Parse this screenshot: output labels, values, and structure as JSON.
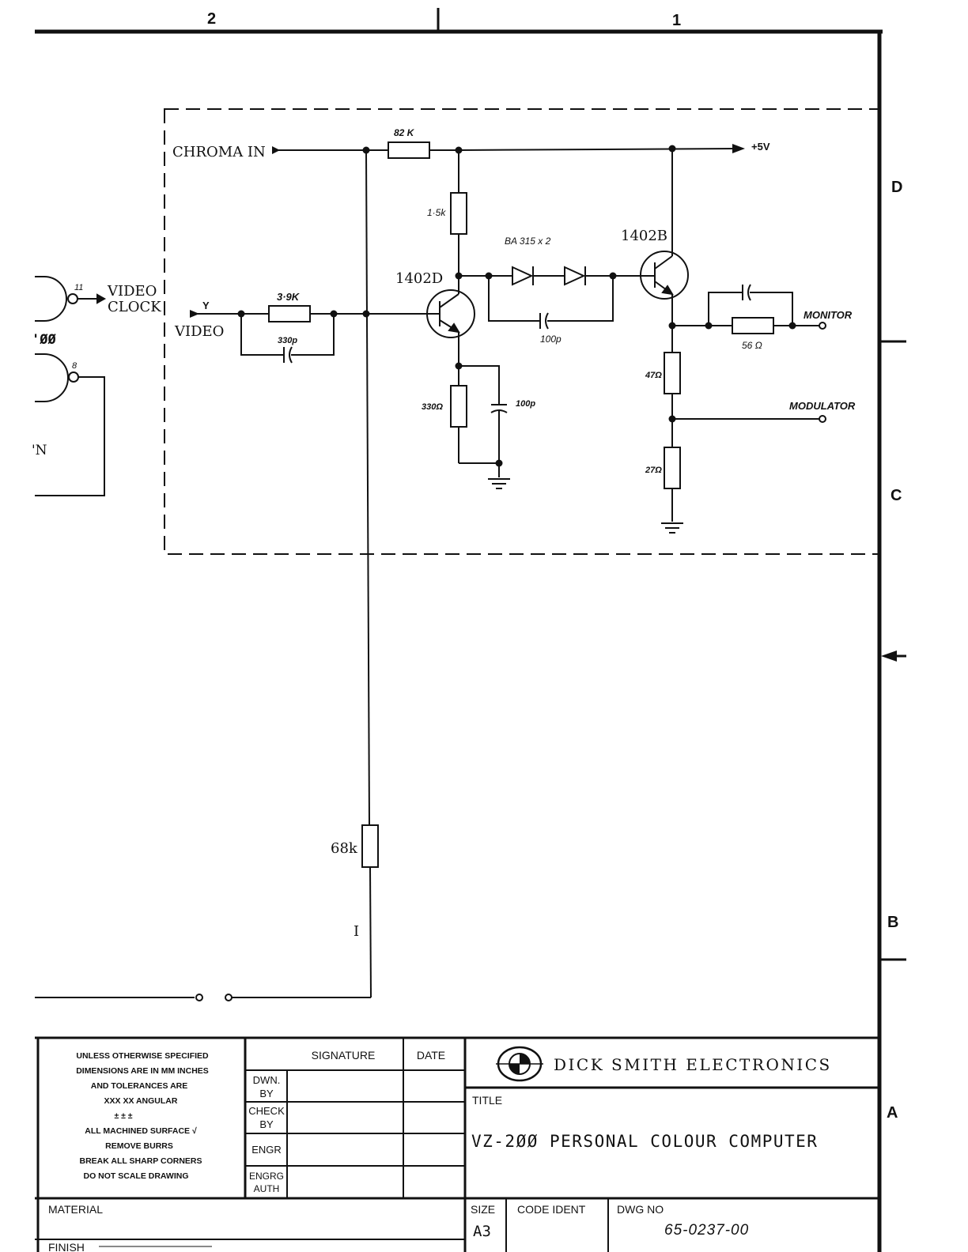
{
  "zones": {
    "col_2": "2",
    "col_1": "1",
    "row_d": "D",
    "row_c": "C",
    "row_b": "B",
    "row_a": "A"
  },
  "schematic": {
    "chroma_in": "CHROMA IN",
    "video_clock_1": "VIDEO",
    "video_clock_2": "CLOCK",
    "video": "VIDEO",
    "y_label": "Y",
    "plus_5v": "+5V",
    "monitor": "MONITOR",
    "modulator": "MODULATOR",
    "transistor_d": "1402D",
    "transistor_b": "1402B",
    "diodes": "BA 315  x 2",
    "r_82k": "82 K",
    "r_1_5k": "1·5k",
    "r_3_9k": "3·9K",
    "c_330p": "330p",
    "c_100p_a": "100p",
    "c_100p_b": "100p",
    "r_330": "330Ω",
    "r_56": "56 Ω",
    "r_47": "47Ω",
    "r_27": "27Ω",
    "r_68k": "68k",
    "i_label": "I",
    "gate_pin_11": "11",
    "gate_pin_8": "8",
    "partial_600": "ꞌØØ",
    "partial_n": "ꞌN"
  },
  "title_block": {
    "notes": [
      "UNLESS  OTHERWISE  SPECIFIED",
      "DIMENSIONS ARE IN MM INCHES",
      "AND  TOLERANCES  ARE",
      "XXX            XX            ANGULAR",
      "±                  ±                ±",
      "ALL  MACHINED  SURFACE  √",
      "REMOVE  BURRS",
      "BREAK  ALL  SHARP  CORNERS",
      "DO  NOT  SCALE  DRAWING"
    ],
    "signature_header": "SIGNATURE",
    "date_header": "DATE",
    "dwn_by_1": "DWN.",
    "dwn_by_2": "BY",
    "check_by_1": "CHECK",
    "check_by_2": "BY",
    "engr": "ENGR",
    "engrg_auth_1": "ENGRG",
    "engrg_auth_2": "AUTH",
    "company": "DICK  SMITH  ELECTRONICS",
    "title_label": "TITLE",
    "title_value": "VZ-2ØØ PERSONAL COLOUR COMPUTER",
    "material_label": "MATERIAL",
    "finish_label": "FINISH",
    "size_label": "SIZE",
    "size_value": "A3",
    "code_ident_label": "CODE IDENT",
    "dwg_no_label": "DWG  NO",
    "dwg_no_value": "65-0237-00"
  }
}
